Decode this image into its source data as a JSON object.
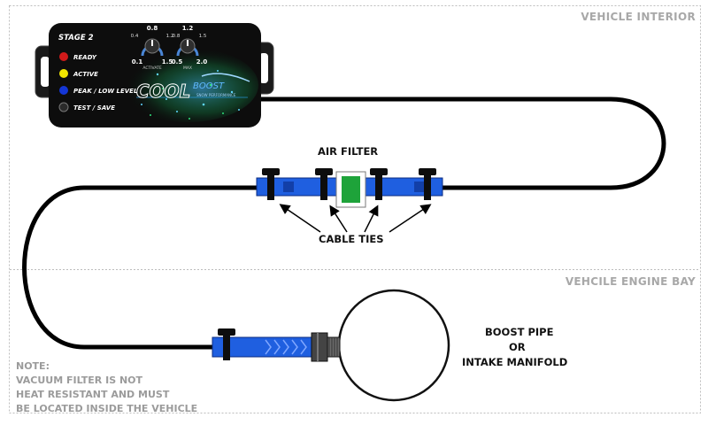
{
  "zones": {
    "interior": "VEHICLE INTERIOR",
    "engine_bay": "VEHCILE ENGINE BAY"
  },
  "controller": {
    "stage": "STAGE 2",
    "indicators": [
      {
        "label": "READY",
        "color": "#d11a1a"
      },
      {
        "label": "ACTIVE",
        "color": "#f2e600"
      },
      {
        "label": "PEAK / LOW LEVEL",
        "color": "#1436d6"
      },
      {
        "label": "TEST / SAVE",
        "color": "#2a2a2a"
      }
    ],
    "knob_activate": {
      "top": "0.8",
      "upper_left": "0.4",
      "upper_right": "1.2",
      "lower_left": "0.1",
      "lower_right": "1.5",
      "name": "ACTIVATE"
    },
    "knob_max": {
      "top": "1.2",
      "upper_left": "0.8",
      "upper_right": "1.5",
      "lower_left": "0.5",
      "lower_right": "2.0",
      "name": "MAX"
    },
    "logo_main": "COOL",
    "logo_sub": "BOOST",
    "logo_tagline": "SNOW PERFORMANCE"
  },
  "labels": {
    "air_filter": "AIR FILTER",
    "cable_ties": "CABLE TIES",
    "boost_pipe_line1": "BOOST PIPE",
    "boost_pipe_line2": "OR",
    "boost_pipe_line3": "INTAKE MANIFOLD"
  },
  "note": {
    "title": "NOTE:",
    "line1": "VACUUM FILTER IS NOT",
    "line2": "HEAT RESISTANT AND MUST",
    "line3": "BE LOCATED INSIDE THE VEHICLE"
  },
  "colors": {
    "hose": "#000000",
    "fitting": "#1f5fe0",
    "filter": "#1ea33a",
    "controller_body": "#0d0d0d",
    "zone_label": "#a8a8a8"
  }
}
